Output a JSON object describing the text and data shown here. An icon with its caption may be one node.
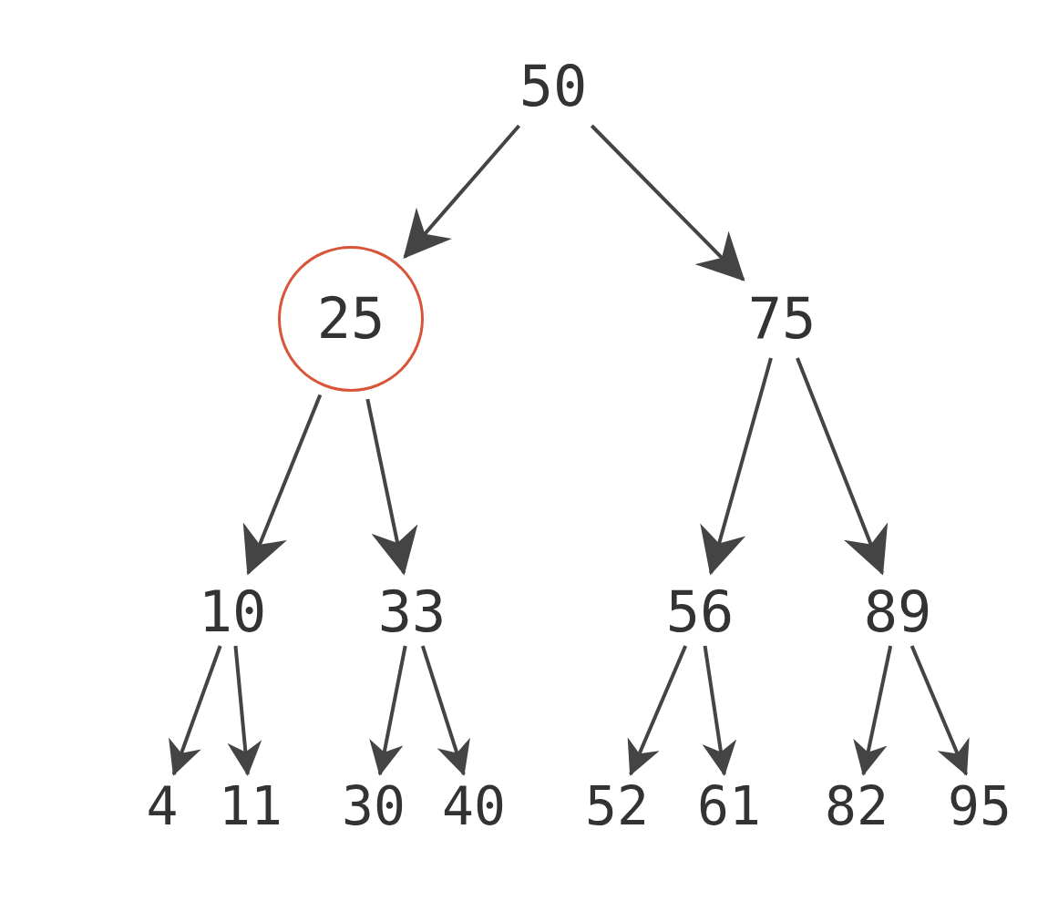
{
  "diagram": {
    "nodes": [
      {
        "text": [
          "50"
        ]
      },
      {
        "text": [
          "25"
        ]
      },
      {
        "text": [
          "75"
        ]
      },
      {
        "text": [
          "10"
        ]
      },
      {
        "text": [
          "33"
        ]
      },
      {
        "text": [
          "56"
        ]
      },
      {
        "text": [
          "89"
        ]
      },
      {
        "text": [
          "4"
        ]
      },
      {
        "text": [
          "11"
        ]
      },
      {
        "text": [
          "30"
        ]
      },
      {
        "text": [
          "40"
        ]
      },
      {
        "text": [
          "52"
        ]
      },
      {
        "text": [
          "61"
        ]
      },
      {
        "text": [
          "82"
        ]
      },
      {
        "text": [
          "95"
        ]
      }
    ],
    "edges": [
      {
        "from": 0,
        "to": 1,
        "arrow": "to"
      },
      {
        "from": 0,
        "to": 2,
        "arrow": "to"
      },
      {
        "from": 1,
        "to": 3,
        "arrow": "to"
      },
      {
        "from": 1,
        "to": 4,
        "arrow": "to"
      },
      {
        "from": 2,
        "to": 5,
        "arrow": "to"
      },
      {
        "from": 2,
        "to": 6,
        "arrow": "to"
      },
      {
        "from": 3,
        "to": 7,
        "arrow": "to"
      },
      {
        "from": 3,
        "to": 8,
        "arrow": "to"
      },
      {
        "from": 4,
        "to": 9,
        "arrow": "to"
      },
      {
        "from": 4,
        "to": 10,
        "arrow": "to"
      },
      {
        "from": 5,
        "to": 11,
        "arrow": "to"
      },
      {
        "from": 5,
        "to": 12,
        "arrow": "to"
      },
      {
        "from": 6,
        "to": 13,
        "arrow": "to"
      },
      {
        "from": 6,
        "to": 14,
        "arrow": "to"
      }
    ]
  }
}
